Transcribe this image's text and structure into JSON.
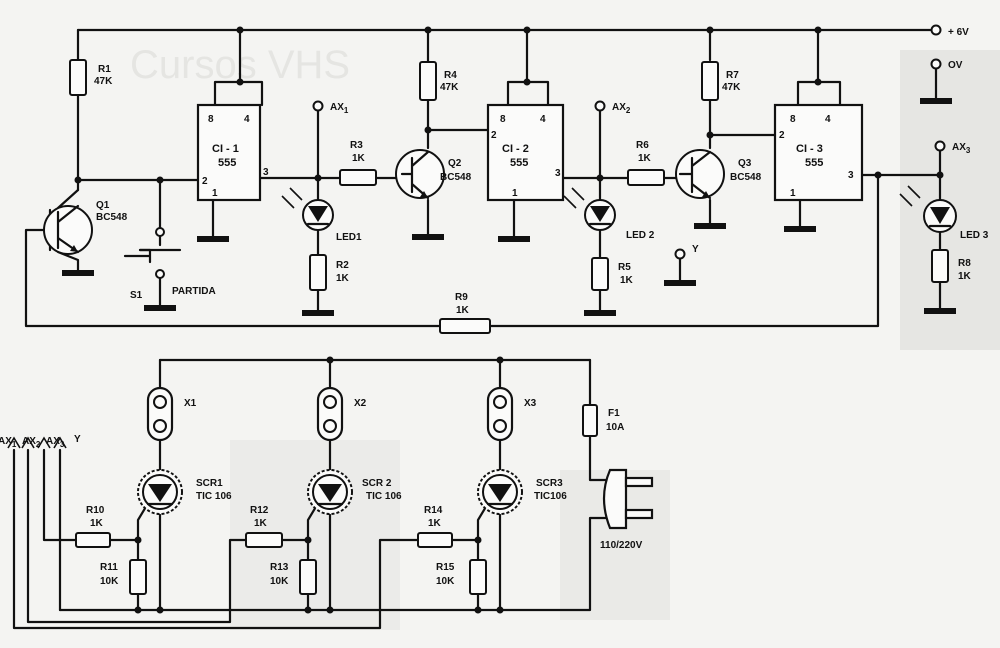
{
  "power": {
    "plus6v": "+ 6V",
    "zero_v": "OV"
  },
  "ics": [
    {
      "ref": "CI - 1",
      "type": "555",
      "pin8": "8",
      "pin4": "4",
      "pin2": "2",
      "pin3": "3",
      "pin1": "1"
    },
    {
      "ref": "CI - 2",
      "type": "555",
      "pin8": "8",
      "pin4": "4",
      "pin2": "2",
      "pin3": "3",
      "pin1": "1"
    },
    {
      "ref": "CI - 3",
      "type": "555",
      "pin8": "8",
      "pin4": "4",
      "pin2": "2",
      "pin3": "3",
      "pin1": "1"
    }
  ],
  "transistors": [
    {
      "ref": "Q1",
      "type": "BC548"
    },
    {
      "ref": "Q2",
      "type": "BC548"
    },
    {
      "ref": "Q3",
      "type": "BC548"
    }
  ],
  "resistors": {
    "R1": {
      "ref": "R1",
      "val": "47K"
    },
    "R2": {
      "ref": "R2",
      "val": "1K"
    },
    "R3": {
      "ref": "R3",
      "val": "1K"
    },
    "R4": {
      "ref": "R4",
      "val": "47K"
    },
    "R5": {
      "ref": "R5",
      "val": "1K"
    },
    "R6": {
      "ref": "R6",
      "val": "1K"
    },
    "R7": {
      "ref": "R7",
      "val": "47K"
    },
    "R8": {
      "ref": "R8",
      "val": "1K"
    },
    "R9": {
      "ref": "R9",
      "val": "1K"
    },
    "R10": {
      "ref": "R10",
      "val": "1K"
    },
    "R11": {
      "ref": "R11",
      "val": "10K"
    },
    "R12": {
      "ref": "R12",
      "val": "1K"
    },
    "R13": {
      "ref": "R13",
      "val": "10K"
    },
    "R14": {
      "ref": "R14",
      "val": "1K"
    },
    "R15": {
      "ref": "R15",
      "val": "10K"
    }
  },
  "leds": {
    "led1": "LED1",
    "led2": "LED 2",
    "led3": "LED 3"
  },
  "outputs": {
    "ax1": "AX",
    "ax1_sub": "1",
    "ax2": "AX",
    "ax2_sub": "2",
    "ax3": "AX",
    "ax3_sub": "3",
    "y": "Y"
  },
  "switch": {
    "ref": "S1",
    "label": "PARTIDA"
  },
  "lamps": {
    "x1": "X1",
    "x2": "X2",
    "x3": "X3"
  },
  "scrs": [
    {
      "ref": "SCR1",
      "type": "TIC 106"
    },
    {
      "ref": "SCR 2",
      "type": "TIC 106"
    },
    {
      "ref": "SCR3",
      "type": "TIC106"
    }
  ],
  "fuse": {
    "ref": "F1",
    "val": "10A"
  },
  "mains": {
    "label": "110/220V"
  },
  "inputs": {
    "ax1": "AX",
    "ax1_sub": "1",
    "ax2": "AX",
    "ax2_sub": "2",
    "ax3": "AX",
    "ax3_sub": "3",
    "y": "Y"
  }
}
